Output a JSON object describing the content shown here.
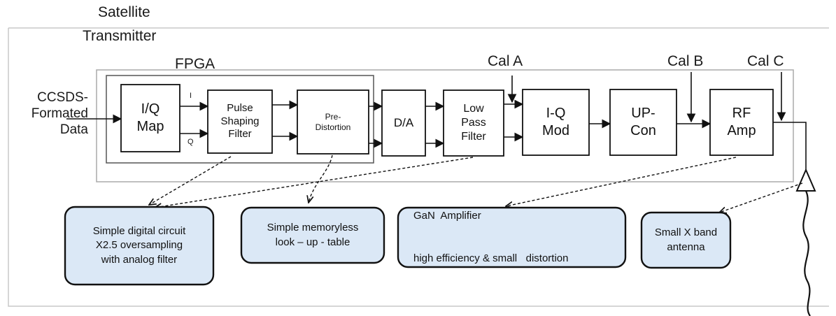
{
  "title": {
    "line1": "Satellite",
    "line2": "Transmitter"
  },
  "fpga_label": "FPGA",
  "input_label": {
    "line1": "CCSDS-",
    "line2": "Formated",
    "line3": "Data"
  },
  "cal": {
    "a": "Cal A",
    "b": "Cal B",
    "c": "Cal C"
  },
  "signals": {
    "i": "I",
    "q": "Q"
  },
  "blocks": {
    "iq_map": {
      "line1": "I/Q",
      "line2": "Map"
    },
    "pulse_shaping": {
      "line1": "Pulse",
      "line2": "Shaping",
      "line3": "Filter"
    },
    "pre_distortion": {
      "line1": "Pre-",
      "line2": "Distortion"
    },
    "da": {
      "line1": "D/A"
    },
    "low_pass": {
      "line1": "Low",
      "line2": "Pass",
      "line3": "Filter"
    },
    "iq_mod": {
      "line1": "I-Q",
      "line2": "Mod"
    },
    "up_con": {
      "line1": "UP-",
      "line2": "Con"
    },
    "rf_amp": {
      "line1": "RF",
      "line2": "Amp"
    }
  },
  "notes": {
    "digital_circuit": {
      "line1": "Simple digital circuit",
      "line2": "X2.5 oversampling",
      "line3": "with analog filter"
    },
    "memoryless": {
      "line1": "Simple memoryless",
      "line2": "look – up - table"
    },
    "gan": {
      "line1": "GaN  Amplifier",
      "line2": "high efficiency & small   distortion"
    },
    "antenna": {
      "line1": "Small X band",
      "line2": "antenna"
    }
  },
  "colors": {
    "note_fill": "#dbe8f6",
    "line": "#111111",
    "frame": "#c8c8c8"
  }
}
